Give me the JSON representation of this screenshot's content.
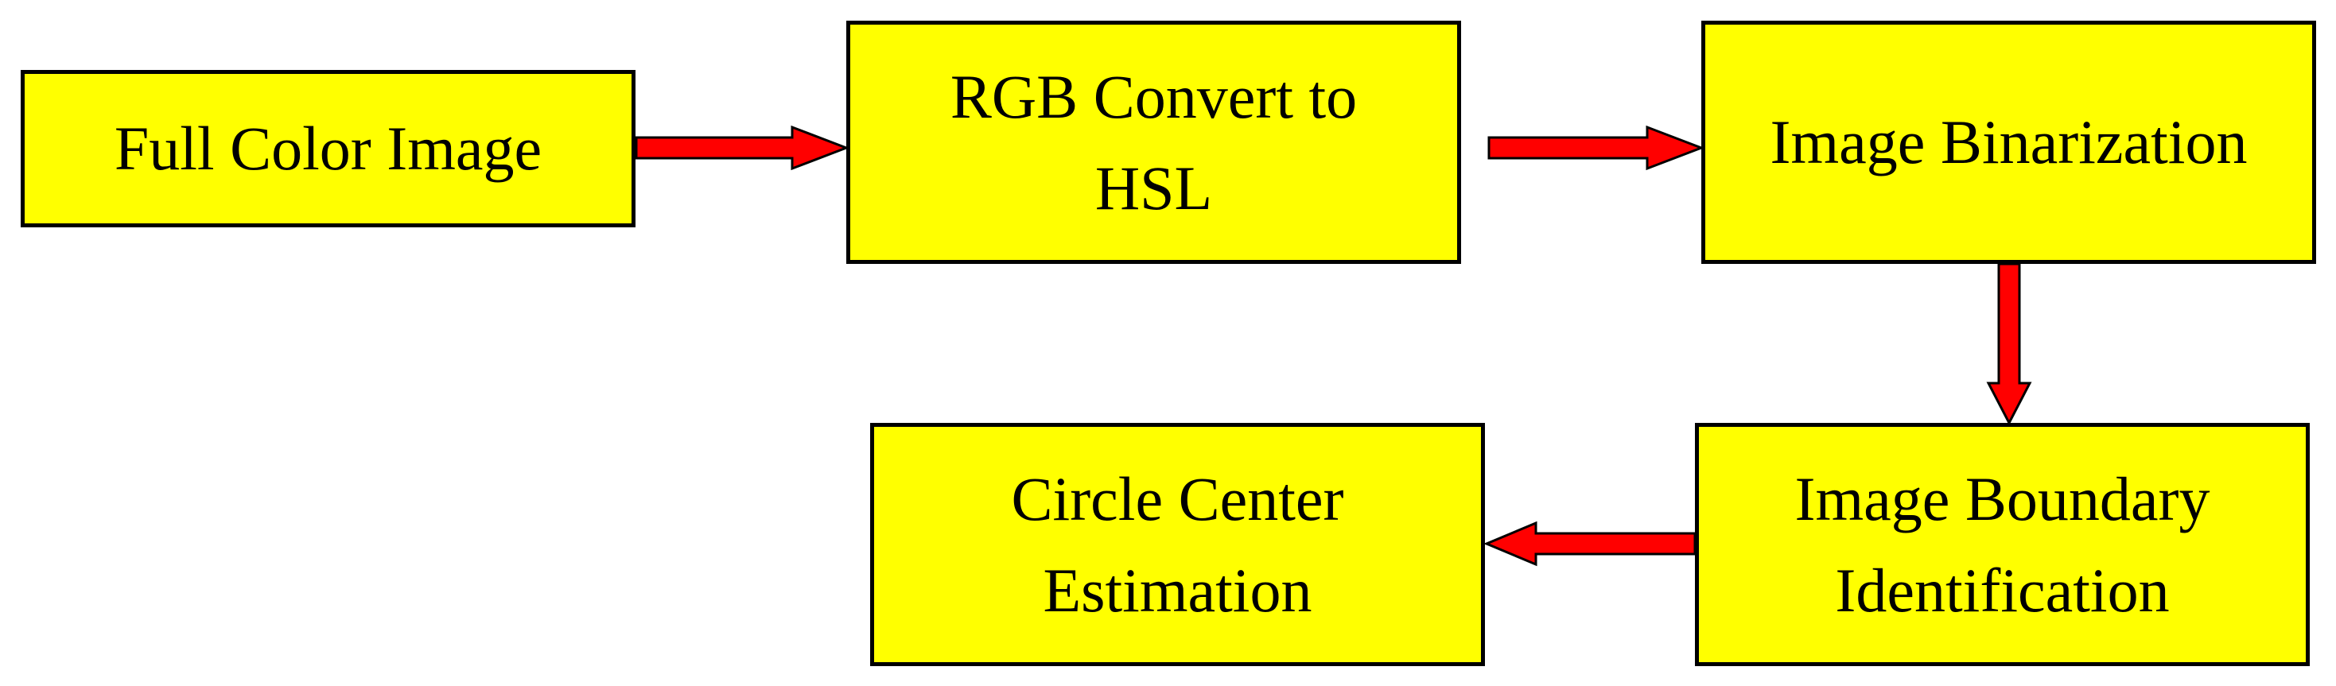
{
  "diagram": {
    "boxes": {
      "full_color": "Full Color Image",
      "rgb_to_hsl": "RGB Convert to\nHSL",
      "binarization": "Image Binarization",
      "boundary": "Image Boundary\nIdentification",
      "circle_center": "Circle Center\nEstimation"
    },
    "colors": {
      "box_fill": "#ffff00",
      "box_border": "#000000",
      "arrow_fill": "#ff0000",
      "arrow_stroke": "#000000"
    }
  }
}
